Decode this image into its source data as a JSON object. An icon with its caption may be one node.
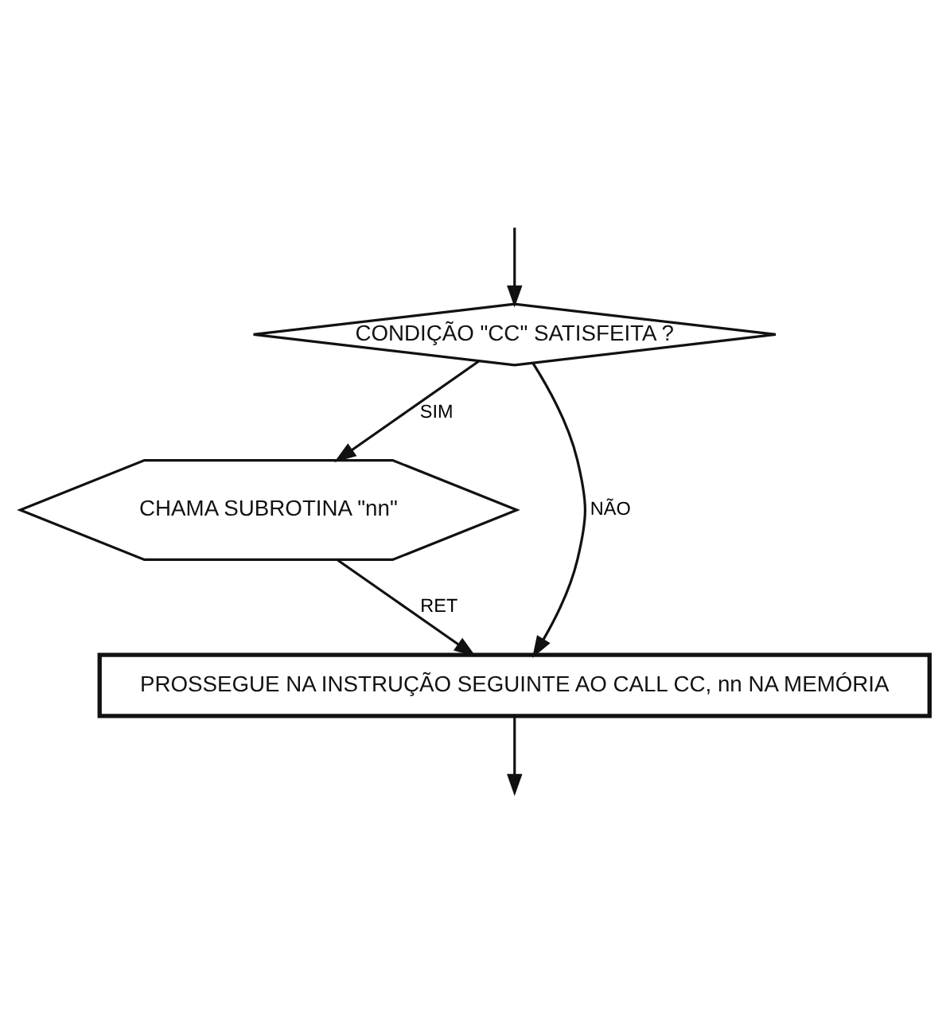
{
  "diagram": {
    "nodes": [
      {
        "text": [
          "CONDIÇÃO \"CC\" SATISFEITA ?"
        ]
      },
      {
        "text": [
          "CHAMA SUBROTINA \"nn\""
        ]
      },
      {
        "text": [
          "PROSSEGUE NA INSTRUÇÃO SEGUINTE AO CALL CC, nn NA MEMÓRIA"
        ]
      }
    ],
    "edges": [
      {
        "from": null,
        "to": 0,
        "arrow": "to"
      },
      {
        "from": 0,
        "to": 1,
        "arrow": "to",
        "label": "SIM"
      },
      {
        "from": 0,
        "to": 2,
        "arrow": "to",
        "label": "NÃO"
      },
      {
        "from": 1,
        "to": 2,
        "arrow": "to",
        "label": "RET"
      },
      {
        "from": 2,
        "to": null,
        "arrow": "to"
      }
    ]
  }
}
